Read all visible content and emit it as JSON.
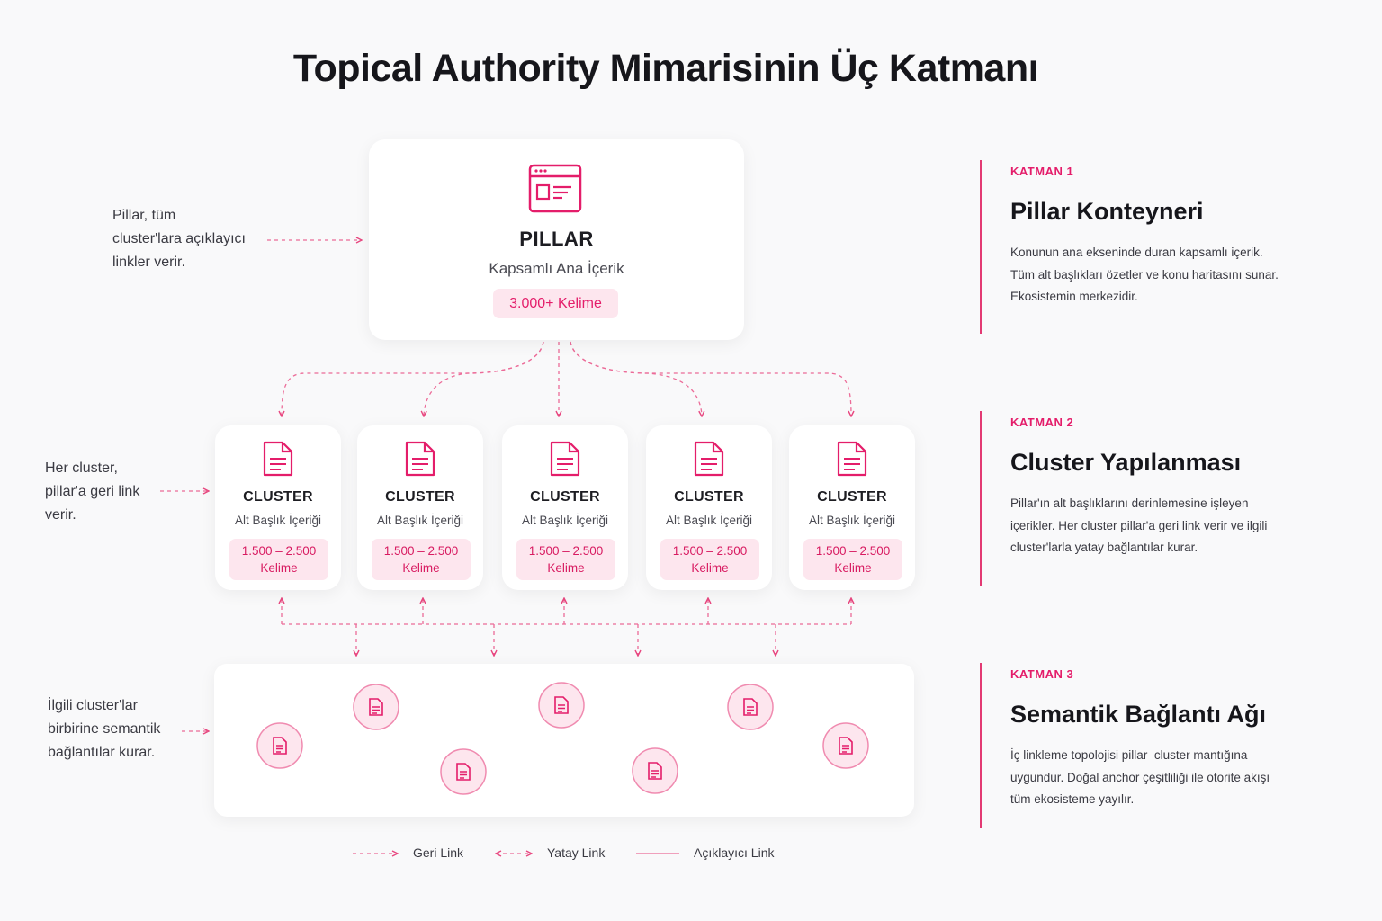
{
  "title": "Topical Authority Mimarisinin Üç Katmanı",
  "accent_color": "#e41d6a",
  "pillar": {
    "icon": "browser-window-icon",
    "name": "PILLAR",
    "subtitle": "Kapsamlı Ana İçerik",
    "badge": "3.000+ Kelime"
  },
  "clusters": [
    {
      "icon": "document-icon",
      "name": "CLUSTER",
      "subtitle": "Alt Başlık İçeriği",
      "badge_line1": "1.500 – 2.500",
      "badge_line2": "Kelime"
    },
    {
      "icon": "document-icon",
      "name": "CLUSTER",
      "subtitle": "Alt Başlık İçeriği",
      "badge_line1": "1.500 – 2.500",
      "badge_line2": "Kelime"
    },
    {
      "icon": "document-icon",
      "name": "CLUSTER",
      "subtitle": "Alt Başlık İçeriği",
      "badge_line1": "1.500 – 2.500",
      "badge_line2": "Kelime"
    },
    {
      "icon": "document-icon",
      "name": "CLUSTER",
      "subtitle": "Alt Başlık İçeriği",
      "badge_line1": "1.500 – 2.500",
      "badge_line2": "Kelime"
    },
    {
      "icon": "document-icon",
      "name": "CLUSTER",
      "subtitle": "Alt Başlık İçeriği",
      "badge_line1": "1.500 – 2.500",
      "badge_line2": "Kelime"
    }
  ],
  "notes": {
    "pillar": [
      "Pillar, tüm",
      "cluster'lara açıklayıcı",
      "linkler verir."
    ],
    "cluster": [
      "Her cluster,",
      "pillar'a geri link",
      "verir."
    ],
    "network": [
      "İlgili cluster'lar",
      "birbirine semantik",
      "bağlantılar kurar."
    ]
  },
  "layers": [
    {
      "tag": "KATMAN 1",
      "title": "Pillar Konteyneri",
      "lines": [
        "Konunun ana ekseninde duran kapsamlı içerik.",
        "Tüm alt başlıkları özetler ve konu haritasını sunar.",
        "Ekosistemin merkezidir."
      ]
    },
    {
      "tag": "KATMAN 2",
      "title": "Cluster Yapılanması",
      "lines": [
        "Pillar'ın alt başlıklarını derinlemesine işleyen",
        "içerikler. Her cluster pillar'a geri link verir ve ilgili",
        "cluster'larla yatay bağlantılar kurar."
      ]
    },
    {
      "tag": "KATMAN 3",
      "title": "Semantik Bağlantı Ağı",
      "lines": [
        "İç linkleme topolojisi pillar–cluster mantığına",
        "uygundur. Doğal anchor çeşitliliği ile otorite akışı",
        "tüm ekosisteme yayılır."
      ]
    }
  ],
  "legend": {
    "back_link": "Geri Link",
    "horizontal_link": "Yatay Link",
    "descriptive_link": "Açıklayıcı Link"
  }
}
